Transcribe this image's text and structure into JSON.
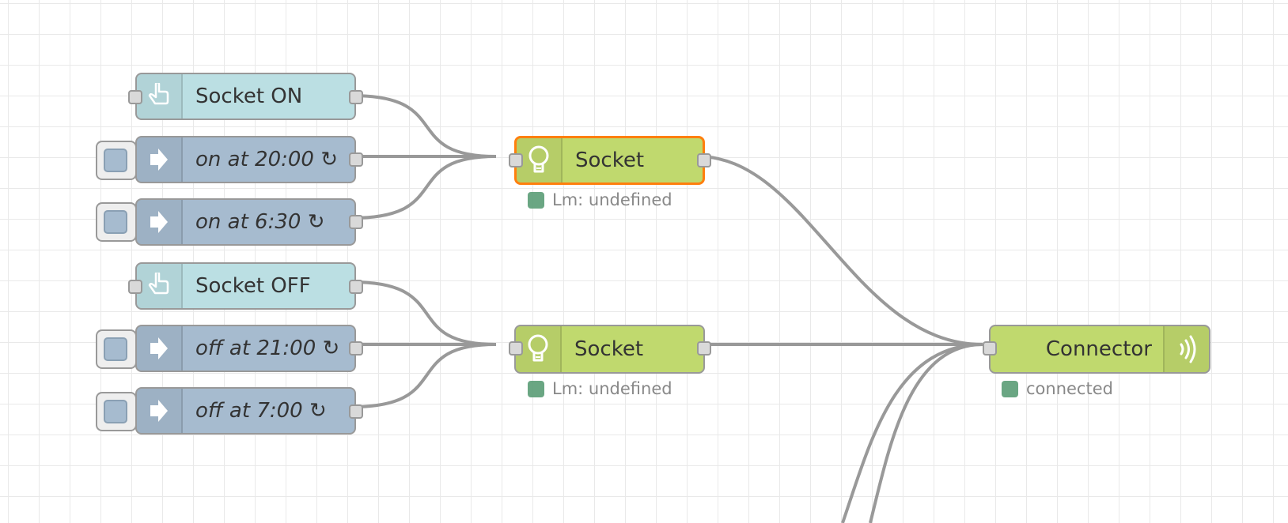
{
  "nodes": {
    "socket_on": {
      "label": "Socket ON"
    },
    "on_20": {
      "label": "on at 20:00 ↻"
    },
    "on_630": {
      "label": "on at 6:30 ↻"
    },
    "socket_off": {
      "label": "Socket OFF"
    },
    "off_21": {
      "label": "off at 21:00 ↻"
    },
    "off_7": {
      "label": "off at 7:00 ↻"
    },
    "socket_1": {
      "label": "Socket",
      "status": "Lm: undefined"
    },
    "socket_2": {
      "label": "Socket",
      "status": "Lm: undefined"
    },
    "connector": {
      "label": "Connector",
      "status": "connected"
    }
  },
  "colors": {
    "inject": "#a6bbcf",
    "button": "#bbdfe3",
    "hue": "#c0d96e",
    "selected_border": "#ff7f0e",
    "wire": "#999999",
    "status_green": "#5a9c76"
  },
  "icons": {
    "button_node": "hand-pointer-icon",
    "inject_node": "arrow-right-icon",
    "hue_node": "lightbulb-icon",
    "connector_node": "wireless-signal-icon"
  }
}
